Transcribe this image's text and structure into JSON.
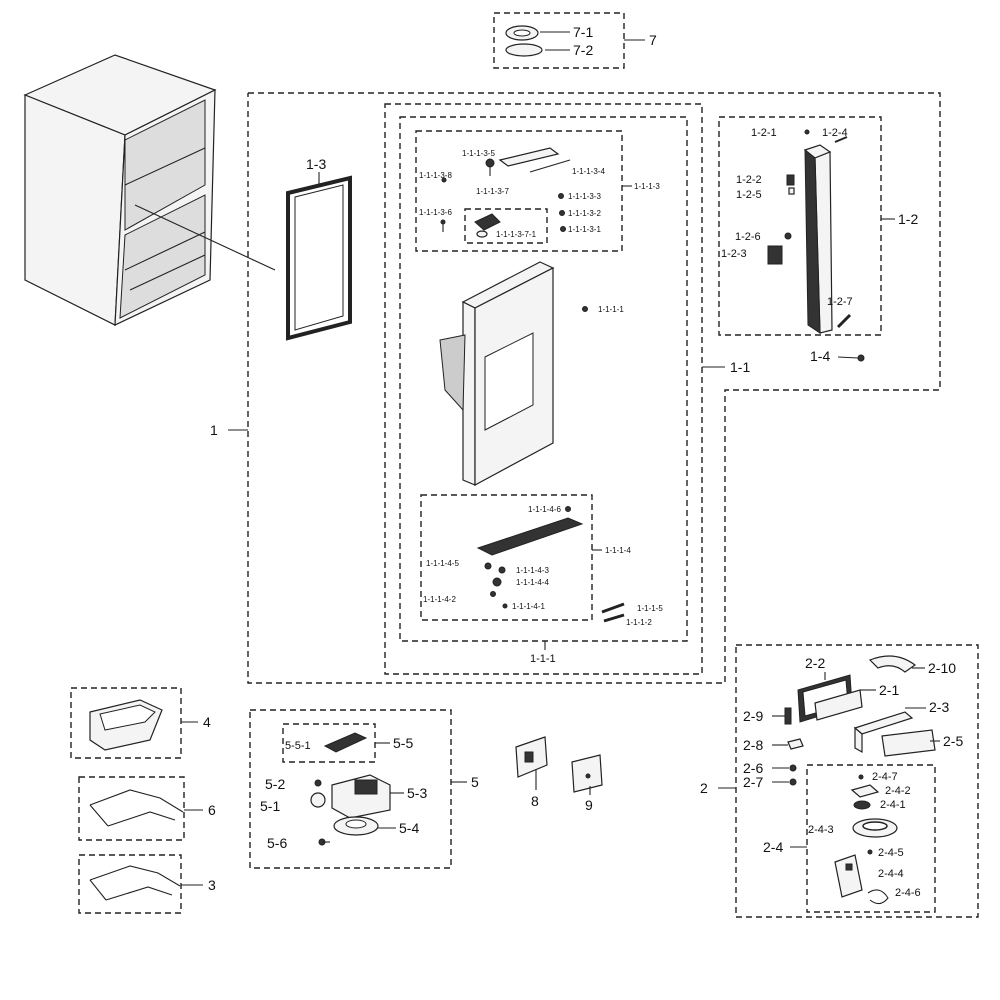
{
  "labels": {
    "l7": "7",
    "l7_1": "7-1",
    "l7_2": "7-2",
    "l1": "1",
    "l1_1": "1-1",
    "l1_2": "1-2",
    "l1_3": "1-3",
    "l1_4": "1-4",
    "l1_1_1": "1-1-1",
    "l1_1_1_1": "1-1-1-1",
    "l1_1_1_2": "1-1-1-2",
    "l1_1_1_5": "1-1-1-5",
    "l1_1_1_3": "1-1-1-3",
    "l1_1_1_3_1": "1-1-1-3-1",
    "l1_1_1_3_2": "1-1-1-3-2",
    "l1_1_1_3_3": "1-1-1-3-3",
    "l1_1_1_3_4": "1-1-1-3-4",
    "l1_1_1_3_5": "1-1-1-3-5",
    "l1_1_1_3_6": "1-1-1-3-6",
    "l1_1_1_3_7": "1-1-1-3-7",
    "l1_1_1_3_7_1": "1-1-1-3-7-1",
    "l1_1_1_3_8": "1-1-1-3-8",
    "l1_1_1_4": "1-1-1-4",
    "l1_1_1_4_1": "1-1-1-4-1",
    "l1_1_1_4_2": "1-1-1-4-2",
    "l1_1_1_4_3": "1-1-1-4-3",
    "l1_1_1_4_4": "1-1-1-4-4",
    "l1_1_1_4_5": "1-1-1-4-5",
    "l1_1_1_4_6": "1-1-1-4-6",
    "l1_2_1": "1-2-1",
    "l1_2_2": "1-2-2",
    "l1_2_3": "1-2-3",
    "l1_2_4": "1-2-4",
    "l1_2_5": "1-2-5",
    "l1_2_6": "1-2-6",
    "l1_2_7": "1-2-7",
    "l2": "2",
    "l2_1": "2-1",
    "l2_2": "2-2",
    "l2_3": "2-3",
    "l2_4": "2-4",
    "l2_5": "2-5",
    "l2_6": "2-6",
    "l2_7": "2-7",
    "l2_8": "2-8",
    "l2_9": "2-9",
    "l2_10": "2-10",
    "l2_4_1": "2-4-1",
    "l2_4_2": "2-4-2",
    "l2_4_3": "2-4-3",
    "l2_4_4": "2-4-4",
    "l2_4_5": "2-4-5",
    "l2_4_6": "2-4-6",
    "l2_4_7": "2-4-7",
    "l3": "3",
    "l4": "4",
    "l6": "6",
    "l5": "5",
    "l5_1": "5-1",
    "l5_2": "5-2",
    "l5_3": "5-3",
    "l5_4": "5-4",
    "l5_5": "5-5",
    "l5_5_1": "5-5-1",
    "l5_6": "5-6",
    "l8": "8",
    "l9": "9"
  }
}
